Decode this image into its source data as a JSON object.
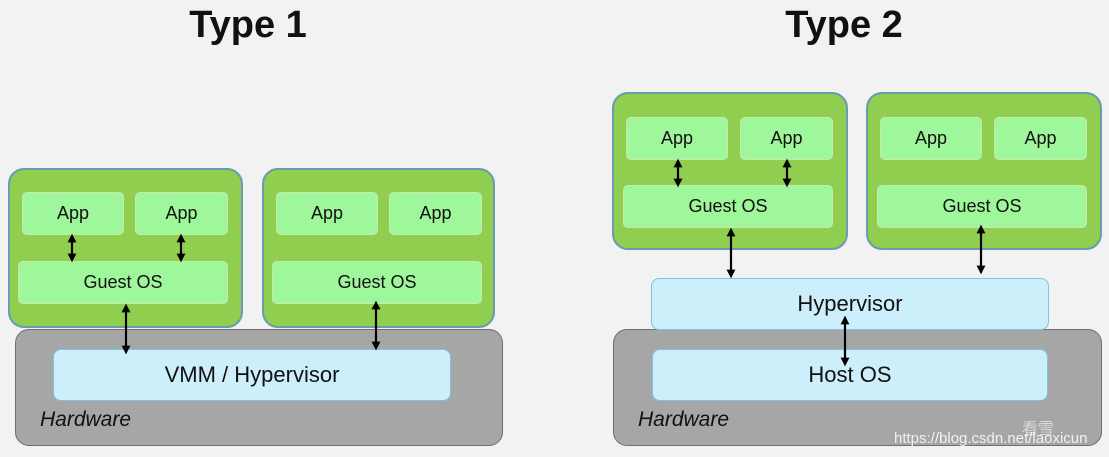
{
  "type1": {
    "title": "Type 1",
    "hardware_label": "Hardware",
    "hypervisor_label": "VMM / Hypervisor",
    "vms": [
      {
        "apps": [
          "App",
          "App"
        ],
        "guest_os": "Guest OS"
      },
      {
        "apps": [
          "App",
          "App"
        ],
        "guest_os": "Guest OS"
      }
    ]
  },
  "type2": {
    "title": "Type 2",
    "hardware_label": "Hardware",
    "hypervisor_label": "Hypervisor",
    "host_os_label": "Host OS",
    "vms": [
      {
        "apps": [
          "App",
          "App"
        ],
        "guest_os": "Guest OS"
      },
      {
        "apps": [
          "App",
          "App"
        ],
        "guest_os": "Guest OS"
      }
    ]
  },
  "watermark": {
    "text": "https://blog.csdn.net/laoxicun",
    "logo_text": "看雪"
  },
  "colors": {
    "vm_fill": "#8fce4e",
    "box_green": "#9ef79a",
    "box_blue": "#cdeefb",
    "hardware": "#a6a6a6"
  }
}
